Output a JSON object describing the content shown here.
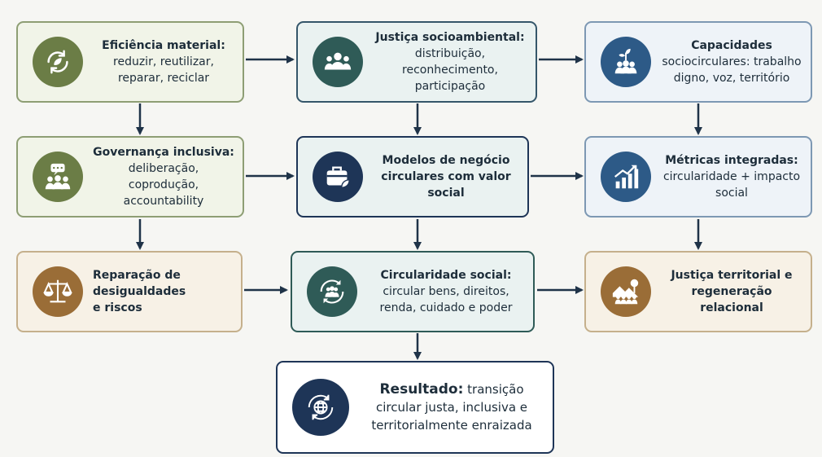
{
  "colors": {
    "green": "#6b7d46",
    "teal": "#2f5b57",
    "blue": "#2d5a87",
    "brown": "#9a6d37",
    "navy": "#1e3557",
    "arrow": "#1f3348"
  },
  "boxes": {
    "eficiencia": {
      "title": "Eficiência material:",
      "body": "reduzir, reutilizar, reparar, reciclar",
      "icon": "recycle-leaves-icon"
    },
    "justica_socio": {
      "title": "Justiça socioambiental:",
      "body": "distribuição, reconhecimento, participação",
      "icon": "people-group-icon"
    },
    "capacidades": {
      "title": "Capacidades",
      "body": "sociocirculares: trabalho digno, voz, território",
      "icon": "plant-people-icon"
    },
    "governanca": {
      "title": "Governança inclusiva:",
      "body": "deliberação, coprodução, accountability",
      "icon": "speech-people-icon"
    },
    "modelos": {
      "title": "Modelos de negócio circulares com valor social",
      "body": "",
      "icon": "briefcase-leaf-icon"
    },
    "metricas": {
      "title": "Métricas integradas:",
      "body": "circularidade + impacto social",
      "icon": "growth-chart-icon"
    },
    "reparacao": {
      "title": "Reparação de desigualdades",
      "body": "e riscos",
      "icon": "scales-icon"
    },
    "circularidade": {
      "title": "Circularidade social:",
      "body": "circular bens, direitos, renda, cuidado e poder",
      "icon": "circular-people-icon"
    },
    "territorial": {
      "title": "",
      "body": "Justiça territorial e regeneração relacional",
      "icon": "landscape-community-icon"
    },
    "resultado": {
      "title": "Resultado:",
      "body": "transição circular justa, inclusiva e territorialmente enraizada",
      "icon": "globe-cycle-icon"
    }
  }
}
